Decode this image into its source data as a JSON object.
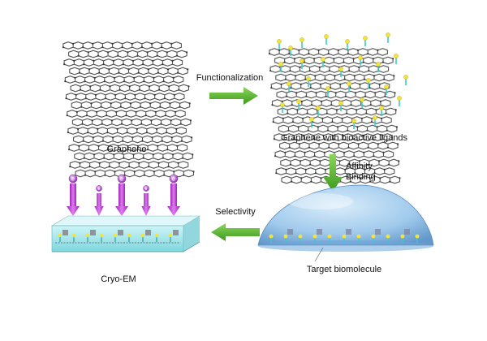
{
  "labels": {
    "graphene": "Graphene",
    "functionalization": "Functionalization",
    "graphene_ligands": "Graphene with bioactive ligands",
    "affinity": "Affinity",
    "binding": "Binding",
    "selectivity": "Selectivity",
    "target": "Target biomolecule",
    "cryo_em": "Cryo-EM"
  },
  "electron_symbol": "e",
  "colors": {
    "lattice": "#555555",
    "arrow": "#4caf2a",
    "electron_beam": "#c23fd9",
    "ligand_head": "#f2e43a",
    "ligand_stem": "#3ec9c9",
    "droplet": "#8cc4ea",
    "water": "#8fe0e6"
  }
}
